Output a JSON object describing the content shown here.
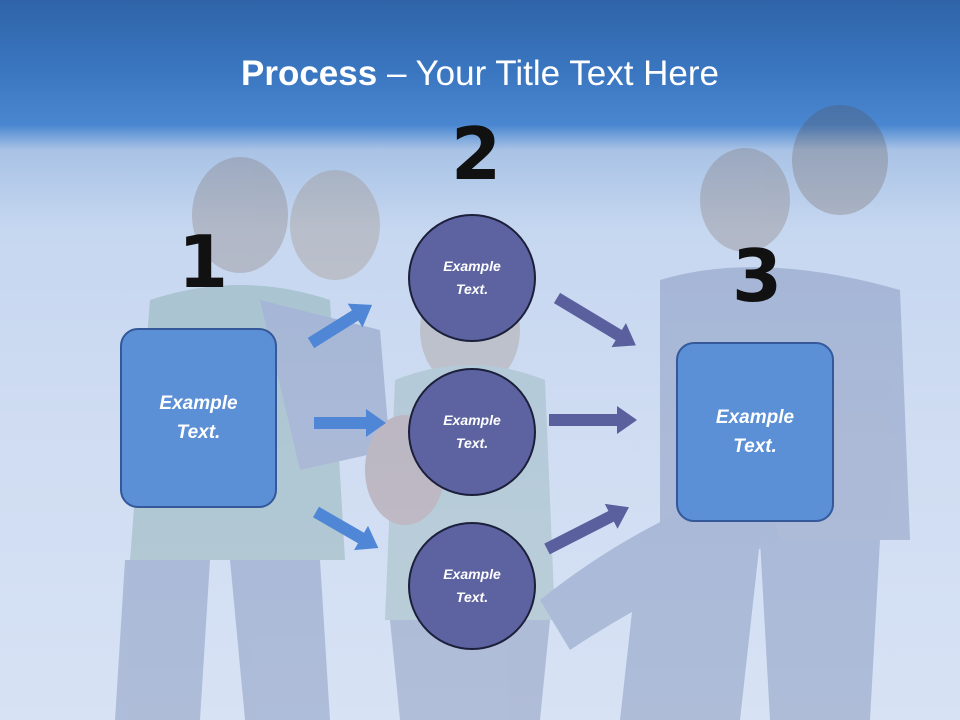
{
  "slide": {
    "title_bold": "Process",
    "title_rest": " – Your Title Text Here"
  },
  "steps": {
    "one": {
      "number": "1",
      "text": "Example\nText."
    },
    "two": {
      "number": "2"
    },
    "three": {
      "number": "3",
      "text": "Example\nText."
    }
  },
  "circles": [
    {
      "text": "Example\nText."
    },
    {
      "text": "Example\nText."
    },
    {
      "text": "Example\nText."
    }
  ],
  "colors": {
    "box_fill": "#5b8fd6",
    "circle_fill": "#5c63a0",
    "arrow_left": "#4f86d6",
    "arrow_right": "#5a5f9e"
  }
}
